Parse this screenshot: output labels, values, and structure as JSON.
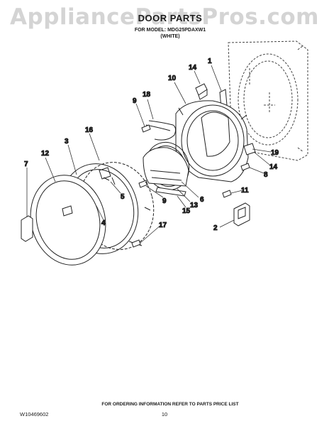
{
  "header": {
    "watermark": "AppliancePartsPros.com",
    "title": "DOOR PARTS",
    "model_line": "FOR MODEL: MDG25PDAXW1",
    "color_line": "(WHITE)"
  },
  "callouts": [
    {
      "id": "1",
      "label": "1"
    },
    {
      "id": "14a",
      "label": "14"
    },
    {
      "id": "10",
      "label": "10"
    },
    {
      "id": "18",
      "label": "18"
    },
    {
      "id": "9a",
      "label": "9"
    },
    {
      "id": "16",
      "label": "16"
    },
    {
      "id": "3",
      "label": "3"
    },
    {
      "id": "12",
      "label": "12"
    },
    {
      "id": "7",
      "label": "7"
    },
    {
      "id": "19",
      "label": "19"
    },
    {
      "id": "14b",
      "label": "14"
    },
    {
      "id": "8",
      "label": "8"
    },
    {
      "id": "5",
      "label": "5"
    },
    {
      "id": "6",
      "label": "6"
    },
    {
      "id": "13",
      "label": "13"
    },
    {
      "id": "9b",
      "label": "9"
    },
    {
      "id": "15",
      "label": "15"
    },
    {
      "id": "11",
      "label": "11"
    },
    {
      "id": "4",
      "label": "4"
    },
    {
      "id": "17",
      "label": "17"
    },
    {
      "id": "2",
      "label": "2"
    }
  ],
  "footer": {
    "note": "FOR ORDERING INFORMATION REFER TO PARTS PRICE LIST",
    "doc_number": "W10469602",
    "page_number": "10"
  }
}
